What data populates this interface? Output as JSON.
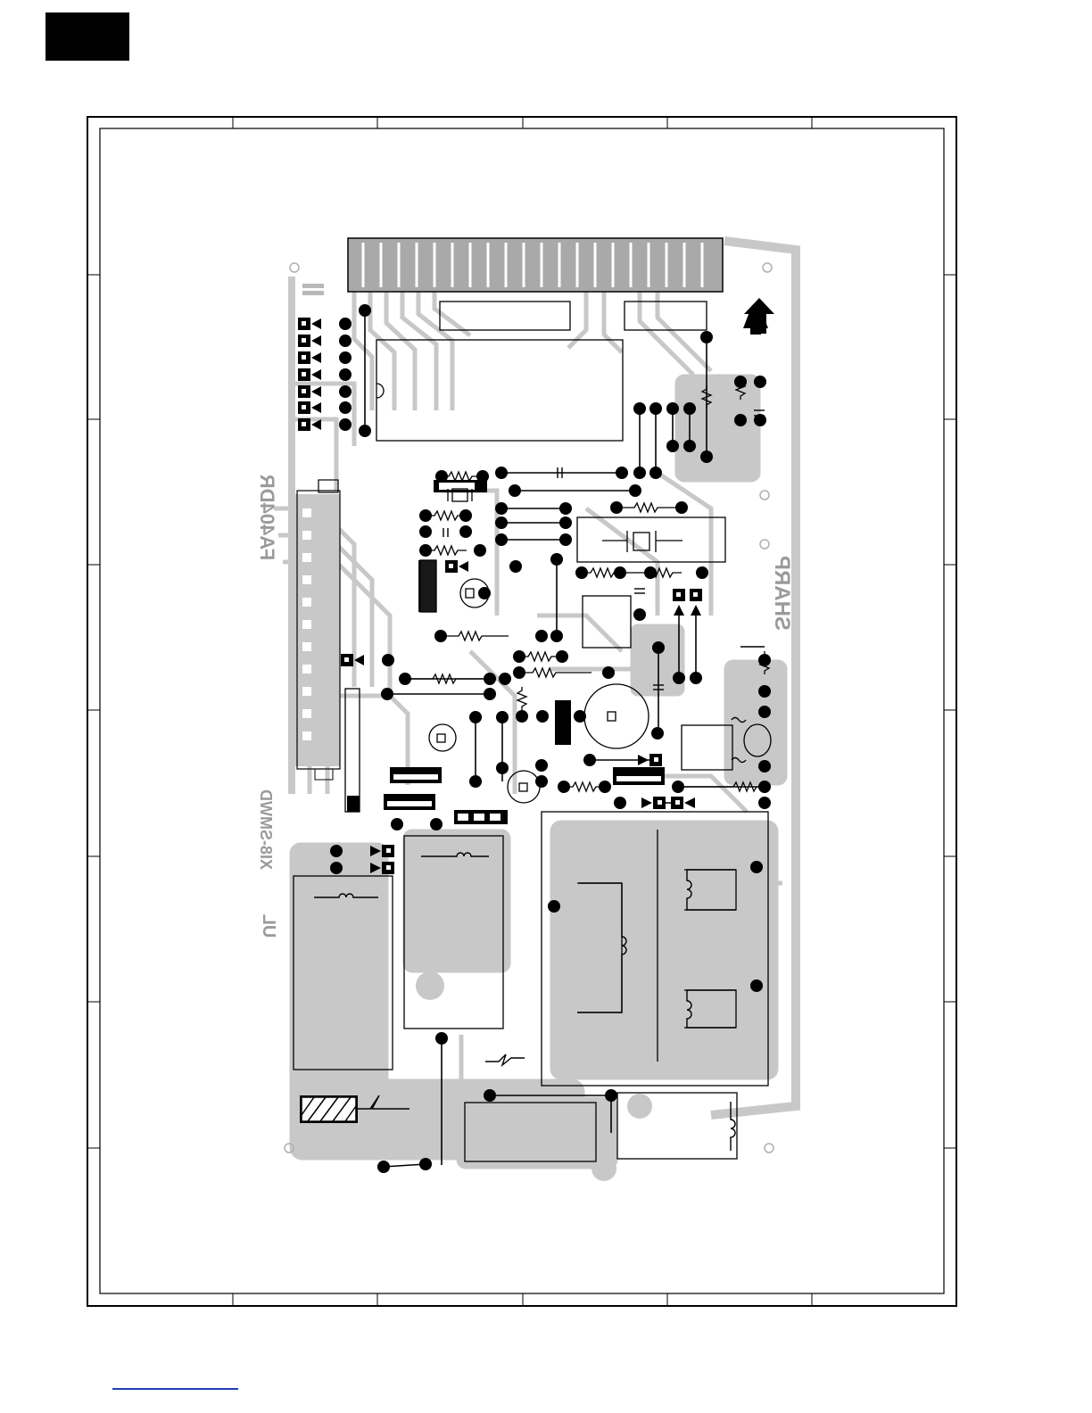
{
  "document": {
    "page_tab_color": "#000000",
    "footer_link_color": "#1f3fbf"
  },
  "board": {
    "copper_color": "#c8c8c8",
    "ink_color": "#000000",
    "mirrored_labels": {
      "part_number": "FA404DR",
      "brand": "SHARP",
      "revision": "XI8-SMWD",
      "certification": "UL"
    }
  },
  "icons": [
    "arrow-up-icon",
    "resistor-icon",
    "diode-icon",
    "coil-icon",
    "crystal-icon",
    "capacitor-icon",
    "registration-mark-icon"
  ]
}
